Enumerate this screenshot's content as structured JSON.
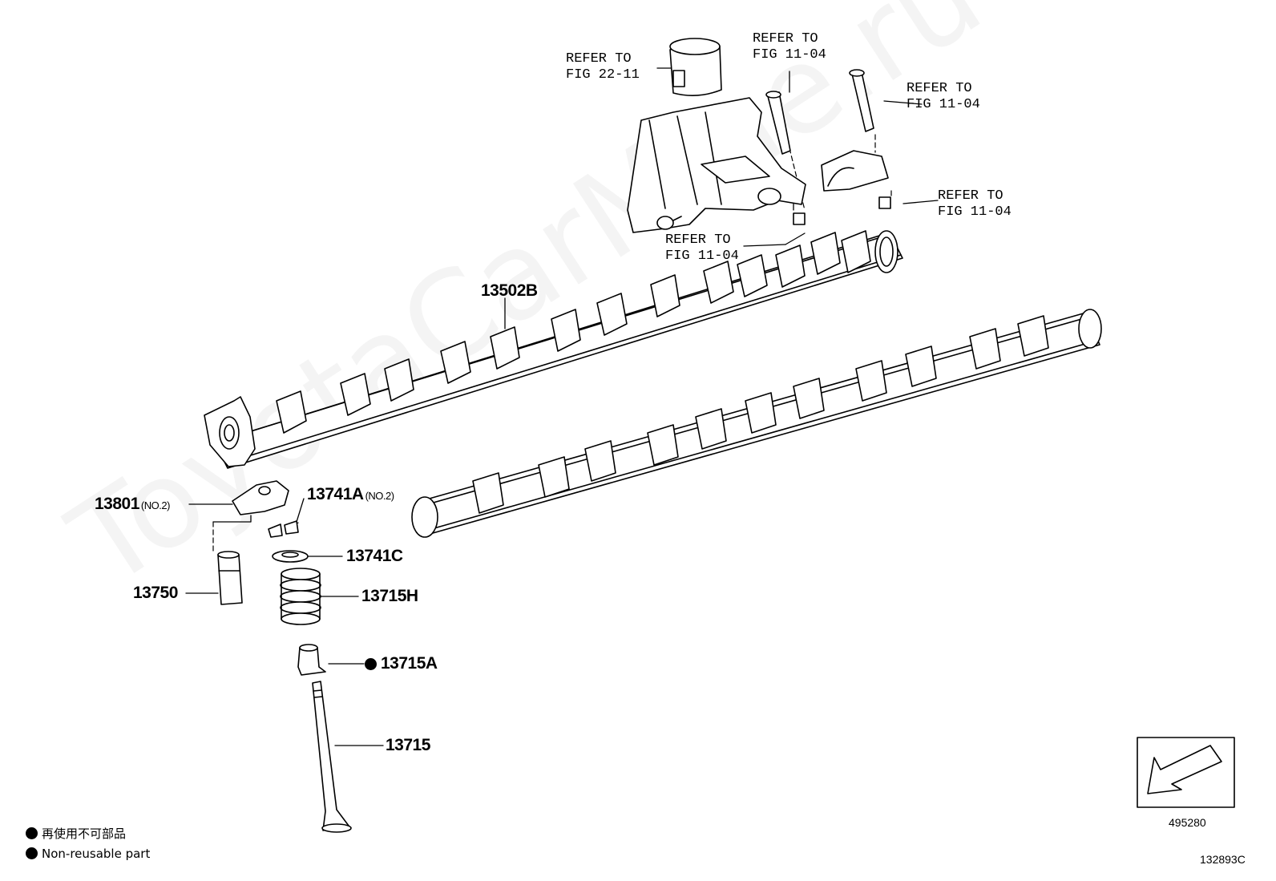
{
  "watermark": "ToyotaCarMine.ru",
  "parts": {
    "p13502b": "13502B",
    "p13801": "13801",
    "p13801_note": "(NO.2)",
    "p13741a": "13741A",
    "p13741a_note": "(NO.2)",
    "p13741c": "13741C",
    "p13750": "13750",
    "p13715h": "13715H",
    "p13715a": "13715A",
    "p13715": "13715"
  },
  "refers": {
    "r1": {
      "line1": "REFER TO",
      "line2": "FIG 22-11"
    },
    "r2": {
      "line1": "REFER TO",
      "line2": "FIG 11-04"
    },
    "r3": {
      "line1": "REFER TO",
      "line2": "FIG 11-04"
    },
    "r4": {
      "line1": "REFER TO",
      "line2": "FIG 11-04"
    },
    "r5": {
      "line1": "REFER TO",
      "line2": "FIG 11-04"
    }
  },
  "legend": {
    "japanese": "再使用不可部品",
    "english": "Non-reusable part"
  },
  "direction_box_code": "495280",
  "figure_code": "132893C"
}
